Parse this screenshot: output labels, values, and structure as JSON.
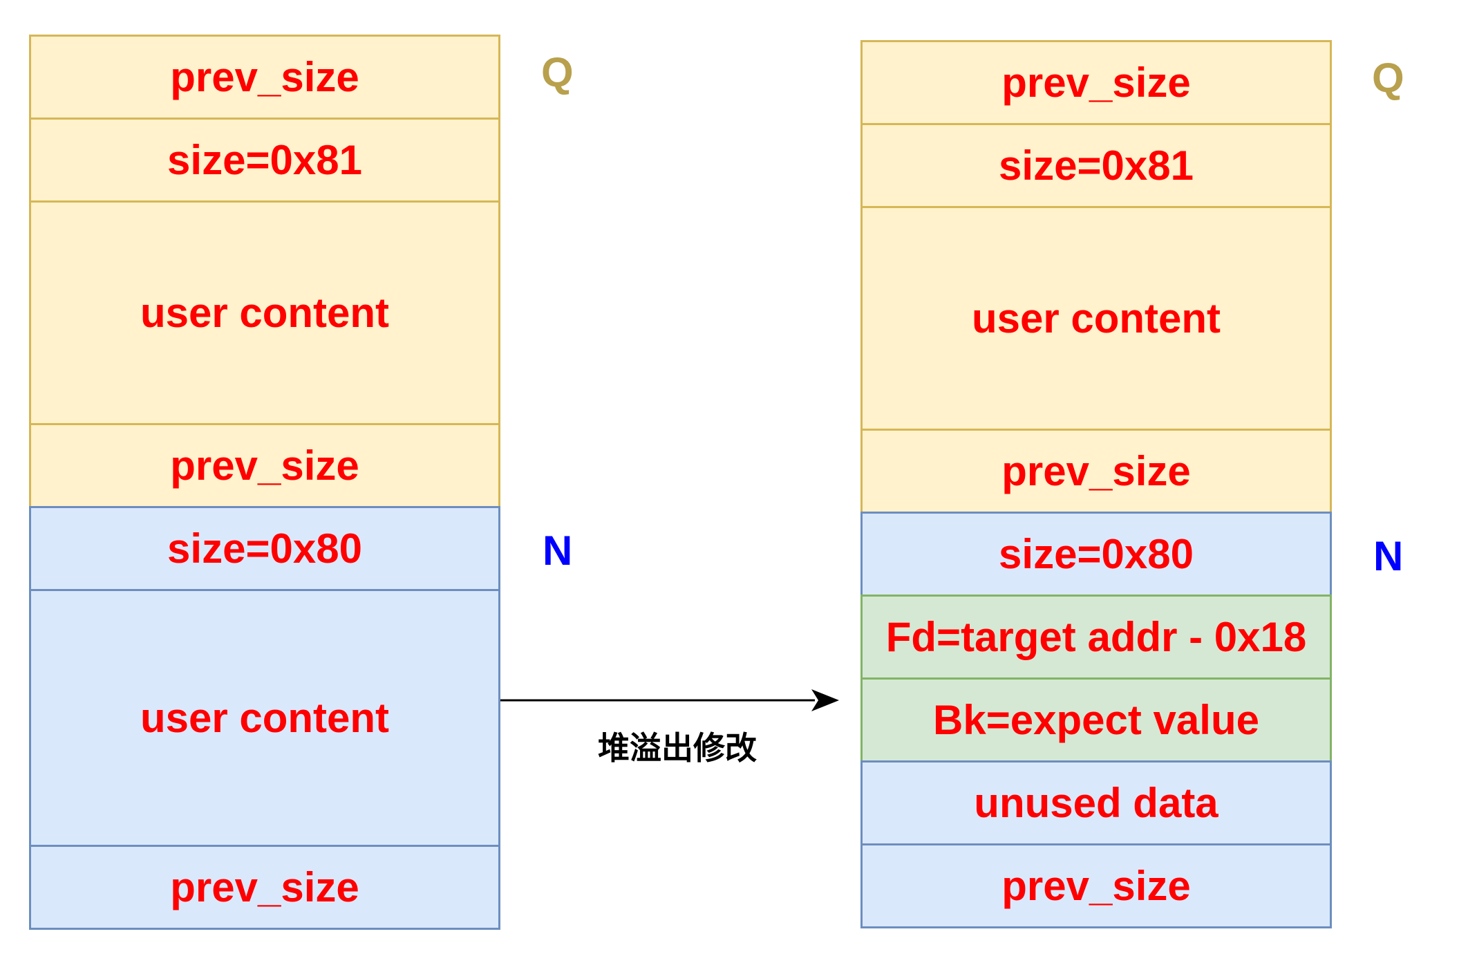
{
  "colors": {
    "text_red": "#ff0000",
    "q_label": "#b8a04d",
    "n_label": "#0000ff",
    "yellow_fill": "#fff2cc",
    "yellow_border": "#d6b656",
    "blue_fill": "#dae8fc",
    "blue_border": "#6c8ebf",
    "green_fill": "#d5e8d4",
    "green_border": "#82b366"
  },
  "left": {
    "chunk_q_label": "Q",
    "chunk_n_label": "N",
    "cells": [
      {
        "text": "prev_size",
        "style": "yellow"
      },
      {
        "text": "size=0x81",
        "style": "yellow"
      },
      {
        "text": "user content",
        "style": "yellow"
      },
      {
        "text": "prev_size",
        "style": "yellow"
      },
      {
        "text": "size=0x80",
        "style": "blue"
      },
      {
        "text": "user content",
        "style": "blue"
      },
      {
        "text": "prev_size",
        "style": "blue"
      }
    ]
  },
  "right": {
    "chunk_q_label": "Q",
    "chunk_n_label": "N",
    "cells": [
      {
        "text": "prev_size",
        "style": "yellow"
      },
      {
        "text": "size=0x81",
        "style": "yellow"
      },
      {
        "text": "user content",
        "style": "yellow"
      },
      {
        "text": "prev_size",
        "style": "yellow"
      },
      {
        "text": "size=0x80",
        "style": "blue"
      },
      {
        "text": "Fd=target addr - 0x18",
        "style": "green"
      },
      {
        "text": "Bk=expect value",
        "style": "green"
      },
      {
        "text": "unused data",
        "style": "blue"
      },
      {
        "text": "prev_size",
        "style": "blue"
      }
    ]
  },
  "arrow": {
    "label": "堆溢出修改"
  }
}
